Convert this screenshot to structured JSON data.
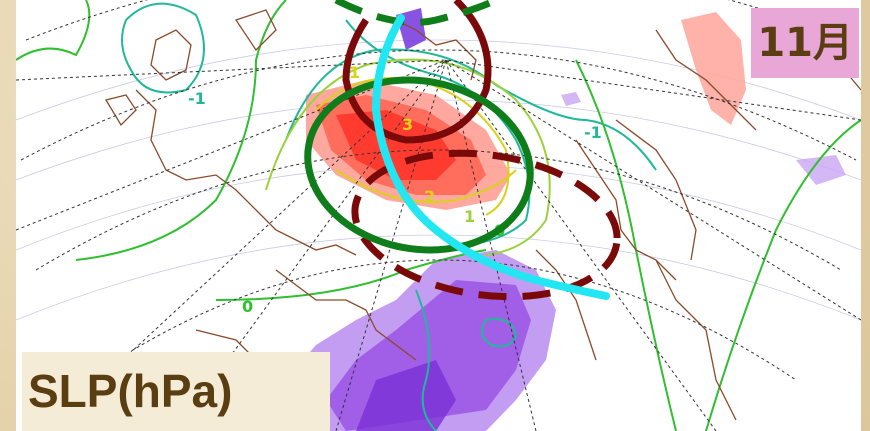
{
  "labels": {
    "month": "11月",
    "variable": "SLP(hPa)"
  },
  "contour_labels": [
    {
      "text": "-1",
      "color": "#1fb99a"
    },
    {
      "text": "-1",
      "color": "#1fb99a"
    },
    {
      "text": "1",
      "color": "#d9d21a"
    },
    {
      "text": "3",
      "color": "#d9d21a"
    },
    {
      "text": "2",
      "color": "#d9d21a"
    },
    {
      "text": "1",
      "color": "#9ad23a"
    },
    {
      "text": "0",
      "color": "#2fbf2f"
    },
    {
      "text": "0",
      "color": "#2fbf2f"
    }
  ],
  "colors": {
    "positive_anomaly": "#ff3b30",
    "negative_anomaly": "#9b55e6",
    "circle_dark_red": "#7a0a0a",
    "circle_green": "#0f7d1a",
    "jet_stream": "#22e7f2",
    "coastline": "#8b4a2a",
    "grid": "#333333"
  }
}
